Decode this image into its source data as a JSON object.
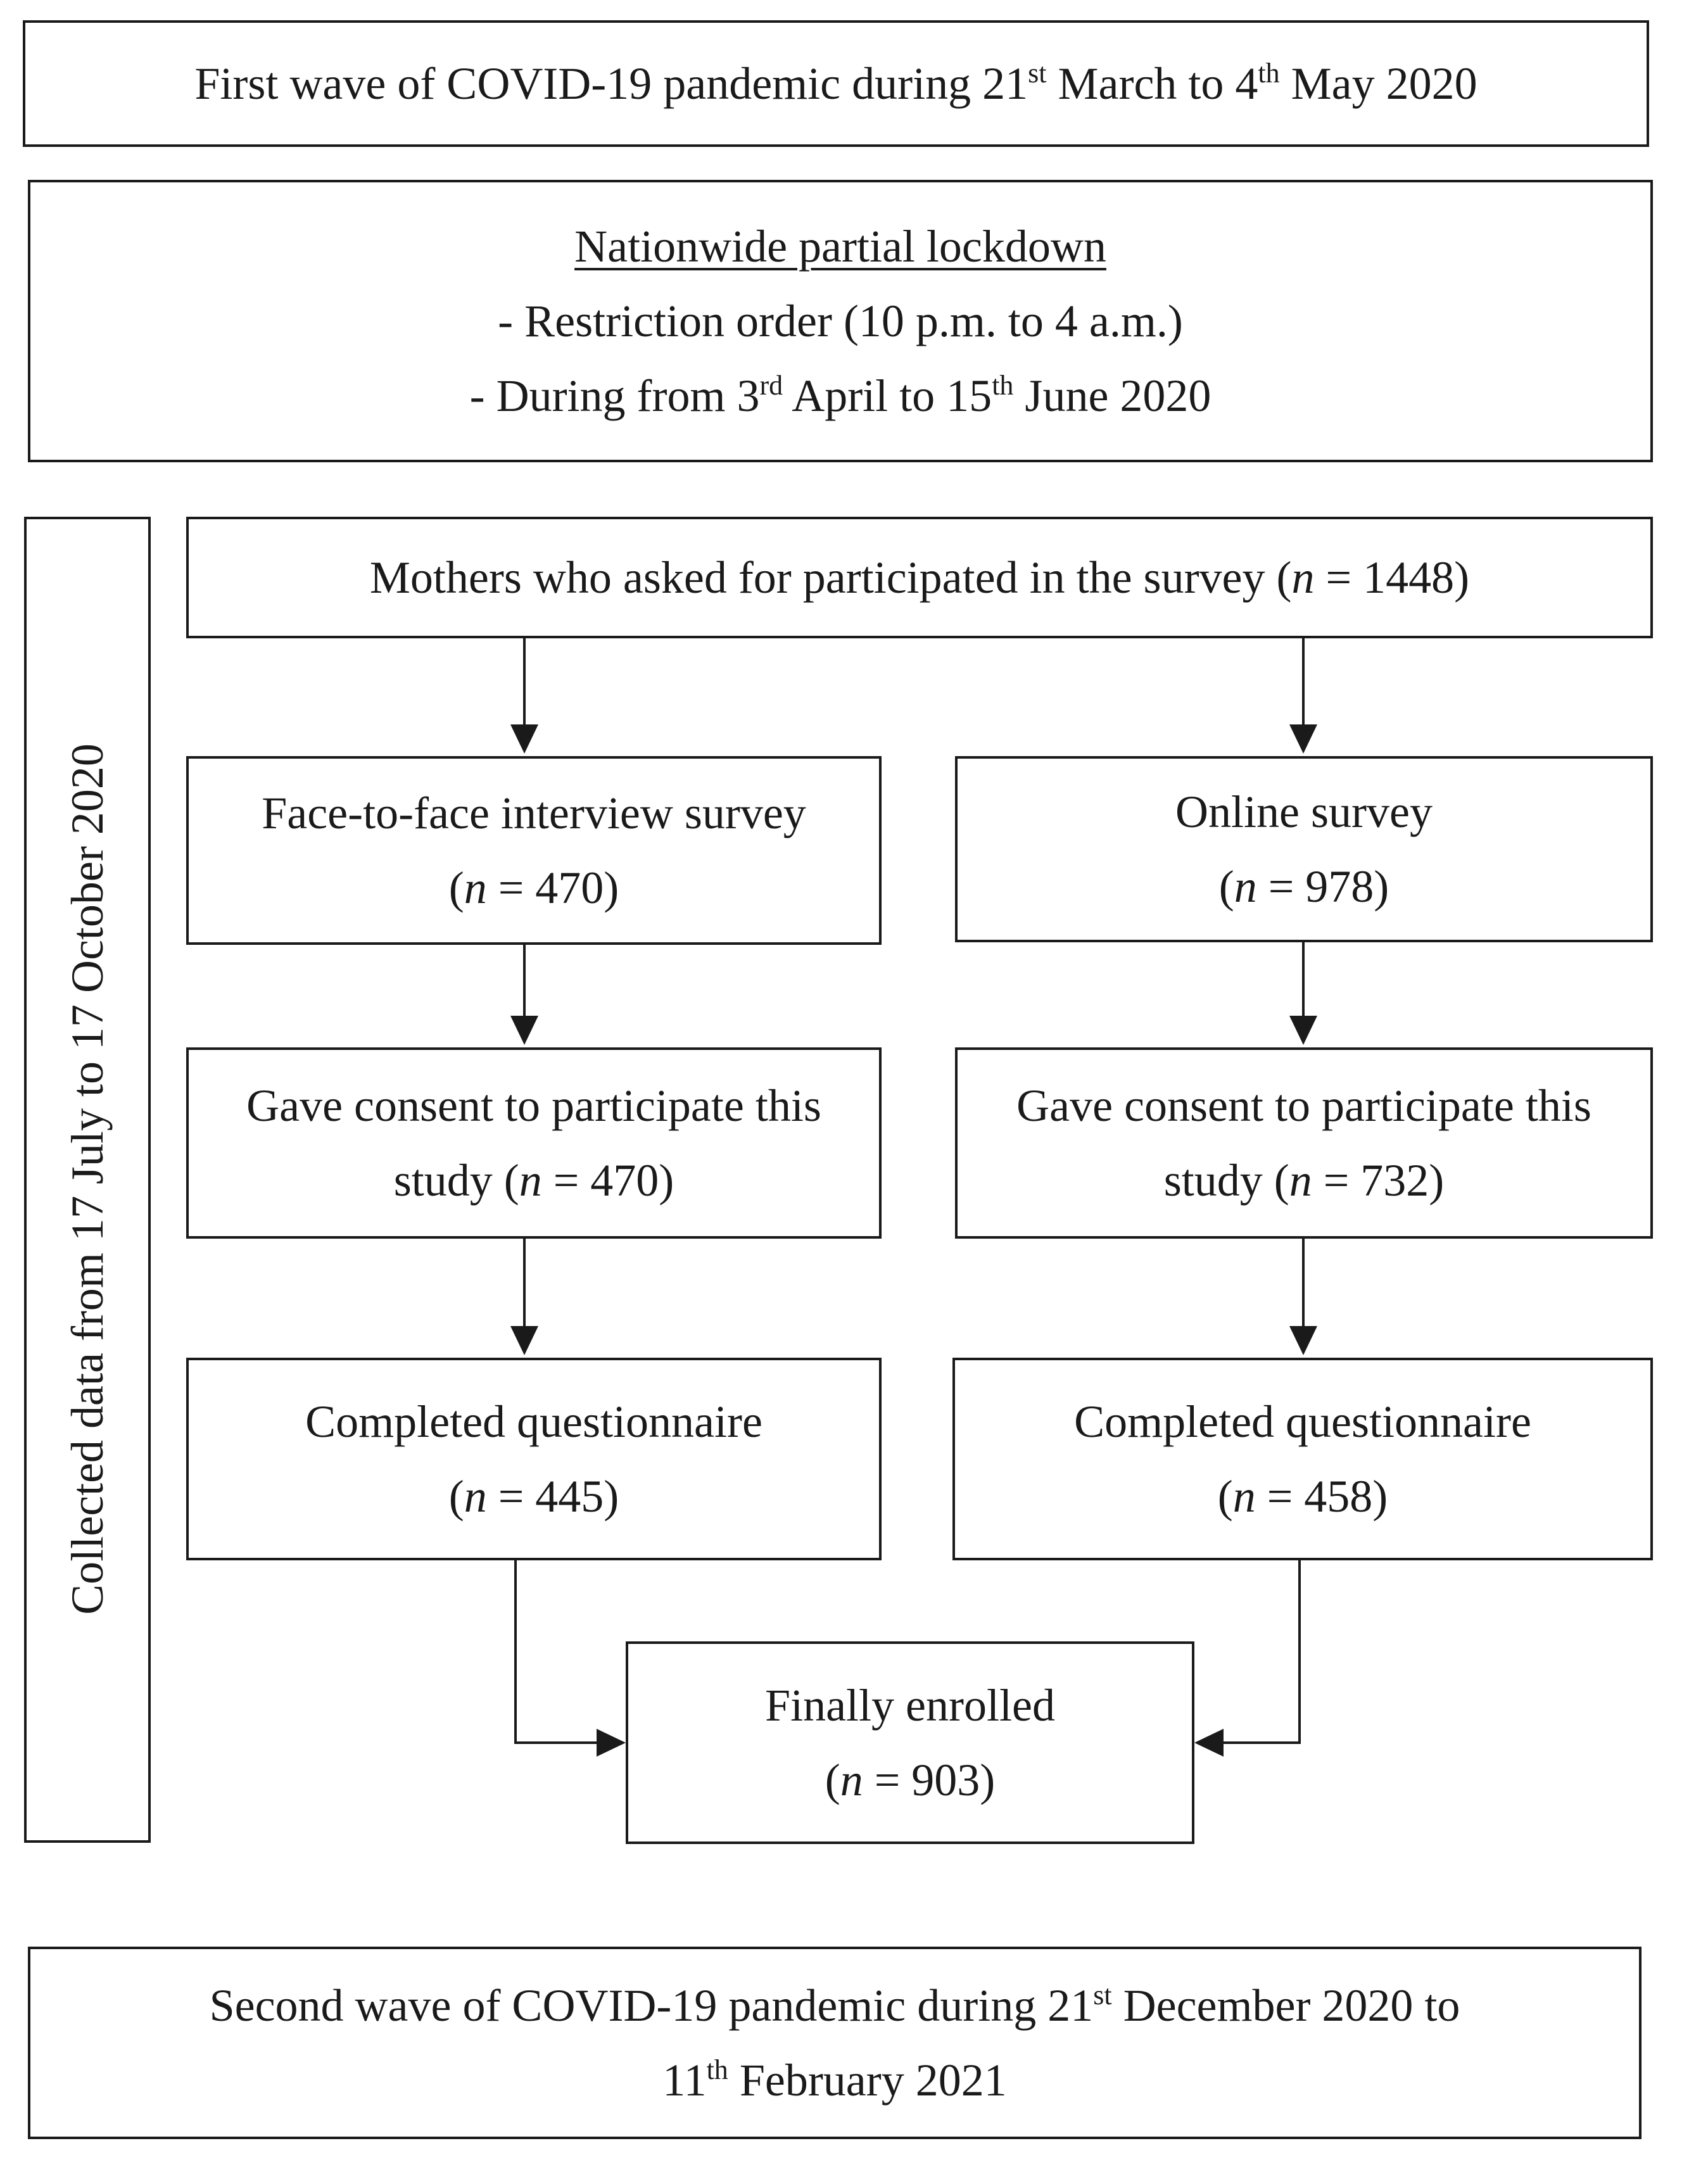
{
  "first_wave": {
    "prefix": "First wave of COVID-19 pandemic during 21",
    "sup1": "st",
    "middle": " March to 4",
    "sup2": "th",
    "suffix": " May 2020"
  },
  "lockdown": {
    "title": "Nationwide partial lockdown",
    "restriction": "- Restriction order (10 p.m. to 4 a.m.)",
    "during_prefix": "- During from 3",
    "during_sup1": "rd",
    "during_middle": " April to 15",
    "during_sup2": "th",
    "during_suffix": " June 2020"
  },
  "collection_period": "Collected data from 17 July to 17 October 2020",
  "n_symbol": "n",
  "mothers": {
    "text": "Mothers who asked for participated in the survey (",
    "count_text": " = 1448)"
  },
  "face_to_face": {
    "title": "Face-to-face interview survey",
    "count_text": " = 470)"
  },
  "online": {
    "title": "Online survey",
    "count_text": " = 978)"
  },
  "consent_face": {
    "line1": "Gave consent to participate this",
    "line2_prefix": "study (",
    "count_text": " = 470)"
  },
  "consent_online": {
    "line1": "Gave consent to participate this",
    "line2_prefix": "study (",
    "count_text": " = 732)"
  },
  "completed_face": {
    "title": "Completed questionnaire",
    "count_text": " = 445)"
  },
  "completed_online": {
    "title": "Completed questionnaire",
    "count_text": " = 458)"
  },
  "final": {
    "title": "Finally enrolled",
    "count_text": " = 903)"
  },
  "second_wave": {
    "line1_prefix": "Second wave of COVID-19 pandemic during 21",
    "line1_sup": "st",
    "line1_suffix": " December 2020 to",
    "line2_prefix": "11",
    "line2_sup": "th",
    "line2_suffix": " February 2021"
  }
}
